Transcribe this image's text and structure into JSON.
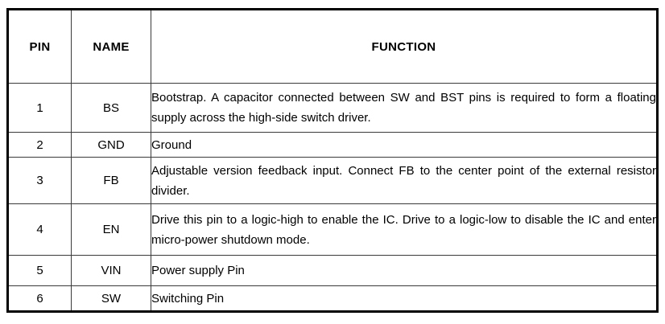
{
  "table": {
    "headers": [
      "PIN",
      "NAME",
      "FUNCTION"
    ],
    "rows": [
      {
        "pin": "1",
        "name": "BS",
        "function": "Bootstrap. A capacitor connected between SW and BST pins is required to form a floating supply across the high-side switch driver."
      },
      {
        "pin": "2",
        "name": "GND",
        "function": "Ground"
      },
      {
        "pin": "3",
        "name": "FB",
        "function": "Adjustable version feedback input. Connect FB to the center point of the external resistor divider."
      },
      {
        "pin": "4",
        "name": "EN",
        "function": "Drive this pin to a logic-high to enable the IC. Drive to a logic-low to disable the IC and enter micro-power shutdown mode."
      },
      {
        "pin": "5",
        "name": "VIN",
        "function": "Power supply Pin"
      },
      {
        "pin": "6",
        "name": "SW",
        "function": "Switching Pin"
      }
    ],
    "colors": {
      "outer_border": "#000000",
      "inner_border": "#3a3a3a",
      "text": "#000000",
      "background": "#ffffff"
    }
  }
}
